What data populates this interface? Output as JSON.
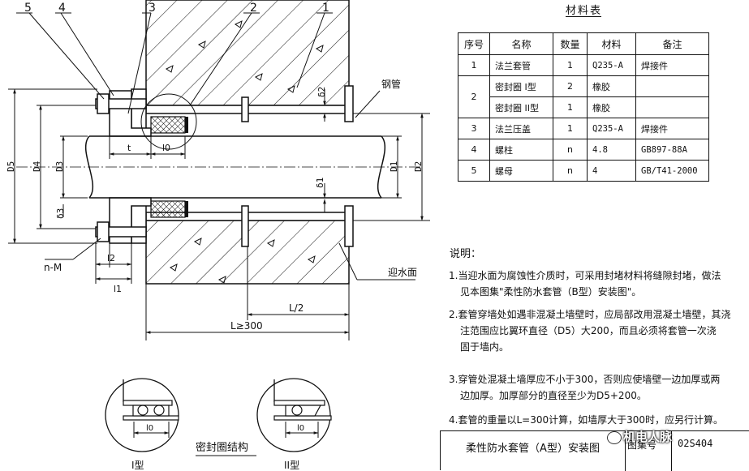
{
  "callouts": [
    "5",
    "4",
    "3",
    "2",
    "1"
  ],
  "labels": {
    "steel_pipe": "钢管",
    "water_face": "迎水面",
    "half_length": "L/2",
    "length": "L≥300",
    "bolt": "n-M",
    "d5": "D5",
    "d4": "D4",
    "d3": "D3",
    "d1": "D1",
    "d2": "D2",
    "delta1": "δ1",
    "delta2": "δ2",
    "delta3": "δ3",
    "l1": "l1",
    "l2": "l2",
    "l0": "l0",
    "t": "t"
  },
  "seal_detail": {
    "title": "密封圈结构",
    "type1": "I型",
    "type2": "II型",
    "l0": "l0"
  },
  "materials": {
    "title": "材料表",
    "headers": [
      "序号",
      "名称",
      "数量",
      "材料",
      "备注"
    ],
    "rows": [
      {
        "no": "1",
        "name": "法兰套管",
        "qty": "1",
        "material": "Q235-A",
        "note": "焊接件"
      },
      {
        "no": "2",
        "name": "密封圈 I型",
        "qty": "2",
        "material": "橡胶",
        "note": ""
      },
      {
        "no": "",
        "name": "密封圈 II型",
        "qty": "1",
        "material": "橡胶",
        "note": ""
      },
      {
        "no": "3",
        "name": "法兰压盖",
        "qty": "1",
        "material": "Q235-A",
        "note": "焊接件"
      },
      {
        "no": "4",
        "name": "螺柱",
        "qty": "n",
        "material": "4.8",
        "note": "GB897-88A"
      },
      {
        "no": "5",
        "name": "螺母",
        "qty": "n",
        "material": "4",
        "note": "GB/T41-2000"
      }
    ]
  },
  "notes": {
    "title": "说明：",
    "items": [
      {
        "line1": "1.当迎水面为腐蚀性介质时，可采用封堵材料将缝隙封堵，做法",
        "line2": "见本图集\"柔性防水套管（B型）安装图\"。",
        "line3": ""
      },
      {
        "line1": "2.套管穿墙处如遇非混凝土墙壁时，应局部改用混凝土墙壁，其浇",
        "line2": "注范围应比翼环直径（D5）大200，而且必须将套管一次浇",
        "line3": "固于墙内。"
      },
      {
        "line1": "3.穿管处混凝土墙厚应不小于300，否则应使墙壁一边加厚或两",
        "line2": "边加厚。加厚部分的直径至少为D5+200。",
        "line3": ""
      },
      {
        "line1": "4.套管的重量以L=300计算，如墙厚大于300时，应另行计算。",
        "line2": "",
        "line3": ""
      }
    ]
  },
  "title_block": {
    "name": "柔性防水套管（A型）安装图",
    "atlas_label": "图集号",
    "atlas_no": "02S404"
  },
  "watermark": "机电人脉"
}
